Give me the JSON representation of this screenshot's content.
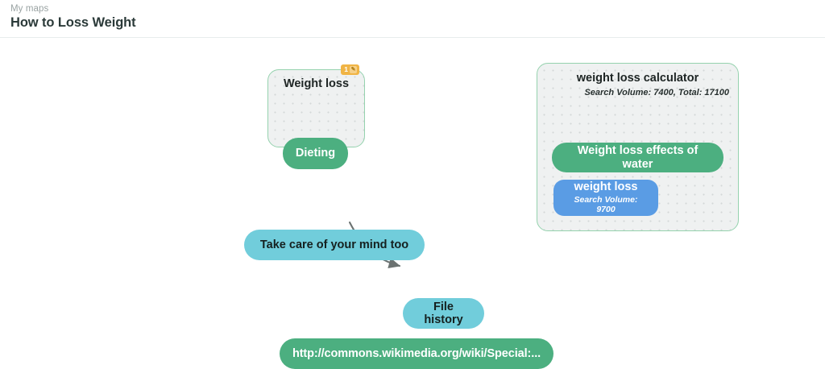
{
  "header": {
    "breadcrumb": "My maps",
    "title": "How to Loss Weight"
  },
  "colors": {
    "green": "#4caf80",
    "blue": "#5a9ce4",
    "cyan": "#71cddb",
    "group_border": "#95d2ae",
    "group_fill": "#eff1f1",
    "badge": "#f0b445",
    "arrow": "#6b7271",
    "canvas": "#ffffff"
  },
  "groups": [
    {
      "id": "weight-loss-group",
      "title": "Weight loss",
      "subtitle": "",
      "badge": {
        "count": "1",
        "glyph": "✎"
      },
      "nodes": [
        {
          "id": "dieting",
          "label": "Dieting",
          "sub": "",
          "color": "green"
        }
      ]
    },
    {
      "id": "weight-loss-calculator-group",
      "title": "weight loss calculator",
      "subtitle": "Search Volume: 7400, Total: 17100",
      "badge": null,
      "nodes": [
        {
          "id": "effects-of-water",
          "label": "Weight loss effects of water",
          "sub": "",
          "color": "green"
        },
        {
          "id": "weight-loss",
          "label": "weight loss",
          "sub": "Search Volume: 9700",
          "color": "blue"
        }
      ]
    }
  ],
  "loose_nodes": [
    {
      "id": "mind",
      "label": "Take care of your mind too",
      "color": "cyan"
    },
    {
      "id": "file-history",
      "label": "File history",
      "color": "cyan"
    },
    {
      "id": "url",
      "label": "http://commons.wikimedia.org/wiki/Special:...",
      "color": "green"
    }
  ],
  "connections": [
    {
      "id": "mind-to-file-history",
      "from": "mind",
      "to": "file-history"
    }
  ]
}
